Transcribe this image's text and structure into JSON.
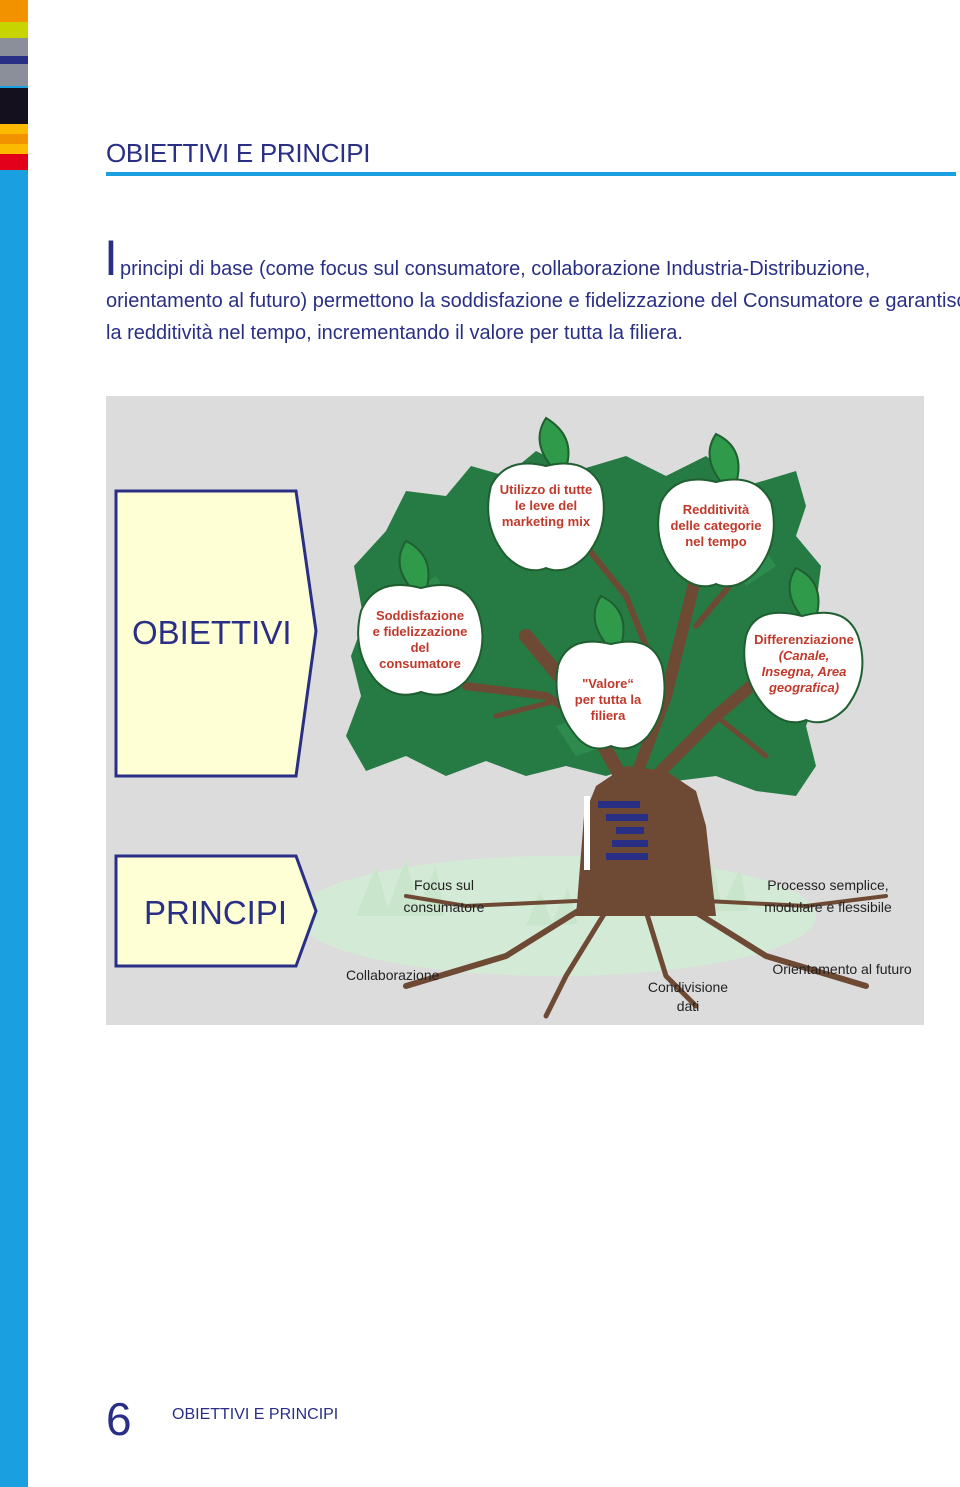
{
  "page": {
    "heading": "OBIETTIVI E PRINCIPI",
    "intro_first_letter": "I",
    "intro_line1": " principi di base (come focus sul consumatore, collaborazione Industria-Distribuzione,",
    "intro_line2": "orientamento al futuro) permettono la soddisfazione e fidelizzazione del Consumatore e garantiscono",
    "intro_line3": "la redditività nel tempo, incrementando il valore per tutta la filiera."
  },
  "diagram": {
    "objectives_label": "OBIETTIVI",
    "principles_label": "PRINCIPI",
    "apples": {
      "marketing": [
        "Utilizzo di tutte",
        "le leve del",
        "marketing mix"
      ],
      "redditivita": [
        "Redditività",
        "delle categorie",
        "nel tempo"
      ],
      "soddisfazione": [
        "Soddisfazione",
        "e fidelizzazione",
        "del",
        "consumatore"
      ],
      "valore": [
        "\"Valore“",
        "per tutta la",
        "filiera"
      ],
      "differenziazione": [
        "Differenziazione",
        "(Canale,",
        "Insegna, Area",
        "geografica)"
      ]
    },
    "roots": {
      "focus": [
        "Focus sul",
        "consumatore"
      ],
      "processo": [
        "Processo semplice,",
        "modulare e flessibile"
      ],
      "collaborazione": [
        "Collaborazione"
      ],
      "condivisione": [
        "Condivisione",
        "dati"
      ],
      "orientamento": [
        "Orientamento al futuro"
      ]
    }
  },
  "colors": {
    "accent_blue": "#1a9fe0",
    "title_navy": "#2a2f86",
    "foliage": "#267a43",
    "trunk": "#6e4a35",
    "apple_text": "#c0392b"
  },
  "footer": {
    "page_number": "6",
    "section": "OBIETTIVI E PRINCIPI"
  }
}
